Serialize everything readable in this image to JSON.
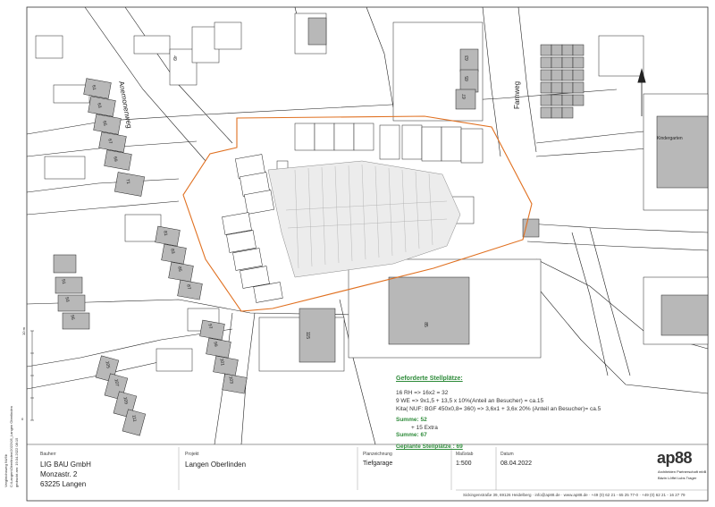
{
  "streets": {
    "anemonenweg": "Anemonenweg",
    "farnweg": "Farnweg"
  },
  "neighbor_label": "Kindergarten",
  "house_numbers_left": [
    "61",
    "63",
    "65",
    "67",
    "69",
    "71",
    "81",
    "83",
    "85",
    "87",
    "91",
    "93",
    "95",
    "97",
    "99",
    "101",
    "103",
    "105",
    "107",
    "109",
    "111"
  ],
  "house_numbers_right": [
    "63",
    "65",
    "67"
  ],
  "house_numbers_misc": [
    "49",
    "115",
    "85"
  ],
  "requirements": {
    "title": "Geforderte Stellplätze:",
    "lines": [
      "16 RH =>   16x2 = 32",
      "9 WE =>    9x1,5 + 13,5 x 10%(Anteil an Besucher) = ca.15",
      "Kita( NUF: BGF 450x0,8= 360) => 3,6x1 + 3,6x 20% (Anteil an Besucher)= ca.5"
    ],
    "sum1": "Summe: 52",
    "extra": "+ 15 Extra",
    "sum2": "Summe: 67",
    "planned": "Geplante Stellplätze : 69"
  },
  "titleblock": {
    "owner_label": "Bauherr",
    "owner_lines": [
      "LIG BAU GmbH",
      "Monzastr. 2",
      "63225 Langen"
    ],
    "project_label": "Projekt",
    "project": "Langen Oberlinden",
    "plan_label": "Planzeichnung",
    "plan": "Tiefgarage",
    "scale_label": "Maßstab",
    "scale": "1:500",
    "date_label": "Datum",
    "date": "08.04.2022",
    "firm_logo": "ap88",
    "firm_sub": "Architekten Partnerschaft mbB",
    "firm_names": "Bäzin   Löffel   Lubs   Trager",
    "address": "Sickingenstraße 39, 69126 Heidelberg  ·  info@ap88.de  ·  www.ap88.de  ·  +49 (0) 62 21 - 65 25 77-0  ·  +49 (0) 62 21 - 16 27 79"
  },
  "side_text": [
    "Vergleichsweg 94/6b",
    "C:\\Langen\\Oberlinden\\2022\\05_Langen Oberlinden",
    "gedruckt am: 19.04.2022 08:15"
  ],
  "scale_ticks": [
    "10 m",
    "0"
  ]
}
